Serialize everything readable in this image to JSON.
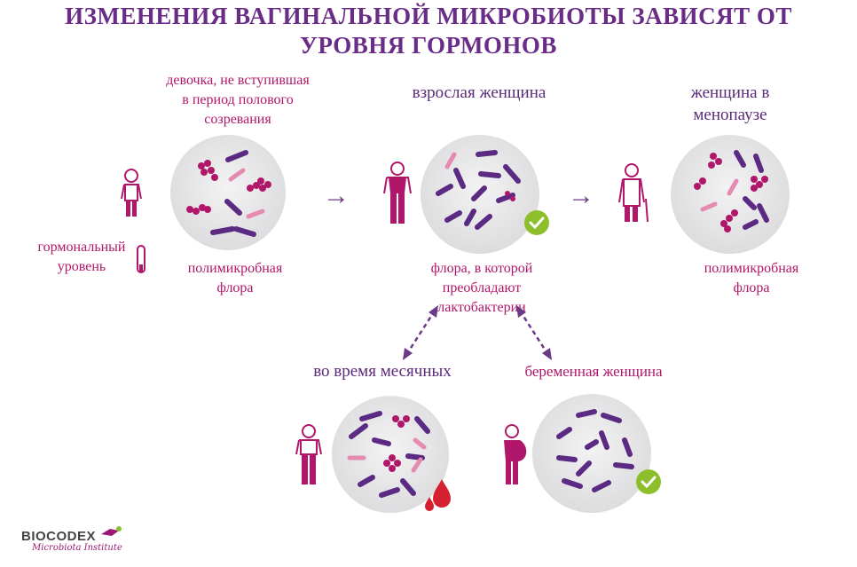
{
  "title": {
    "line1": "ИЗМЕНЕНИЯ ВАГИНАЛЬНОЙ МИКРОБИОТЫ ЗАВИСЯТ ОТ",
    "line2": "УРОВНЯ ГОРМОНОВ"
  },
  "stages": {
    "girl": {
      "label_lines": [
        "девочка, не вступившая",
        "в период полового",
        "созревания"
      ],
      "flora_lines": [
        "полимикробная",
        "флора"
      ]
    },
    "adult": {
      "label": "взрослая женщина",
      "flora_lines": [
        "флора, в которой",
        "преобладают",
        "лактобактерии"
      ]
    },
    "menopause": {
      "label_lines": [
        "женщина в",
        "менопаузе"
      ],
      "flora_lines": [
        "полимикробная",
        "флора"
      ]
    },
    "menstruation": {
      "label": "во время месячных"
    },
    "pregnant": {
      "label": "беременная женщина"
    }
  },
  "hormone_level_lines": [
    "гормональный",
    "уровень"
  ],
  "arrows": {
    "right": "→"
  },
  "logo": {
    "name": "BIOCODEX",
    "subtitle": "Microbiota Institute"
  },
  "colors": {
    "title": "#6a2c87",
    "label_pink": "#b0176a",
    "label_purple": "#5b2a78",
    "lactobacilli": "#5b2a82",
    "cocci": "#b0176a",
    "pink_bacteria": "#e58ab0",
    "check": "#8dbf2d",
    "blood": "#d42030"
  },
  "icons": [
    "girl-figure-icon",
    "woman-figure-icon",
    "elderly-woman-figure-icon",
    "pregnant-woman-figure-icon",
    "checkmark-icon",
    "blood-drop-icon",
    "thermometer-icon",
    "right-arrow-icon",
    "dashed-arrow-icon"
  ]
}
